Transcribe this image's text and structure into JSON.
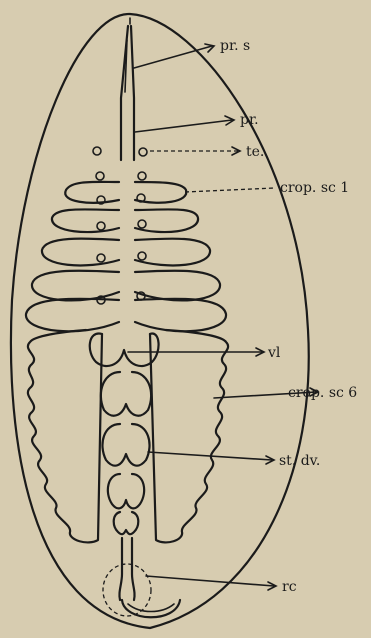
{
  "colors": {
    "background": "#d7ccb0",
    "ink": "#1b1b1b"
  },
  "labels": {
    "pr_s": "pr. s",
    "pr": "pr.",
    "te": "te.",
    "crop_sc_1": "crop. sc 1",
    "vl": "vl",
    "crop_sc_6": "crop. sc 6",
    "st_dv": "st. dv.",
    "rc": "rc"
  }
}
